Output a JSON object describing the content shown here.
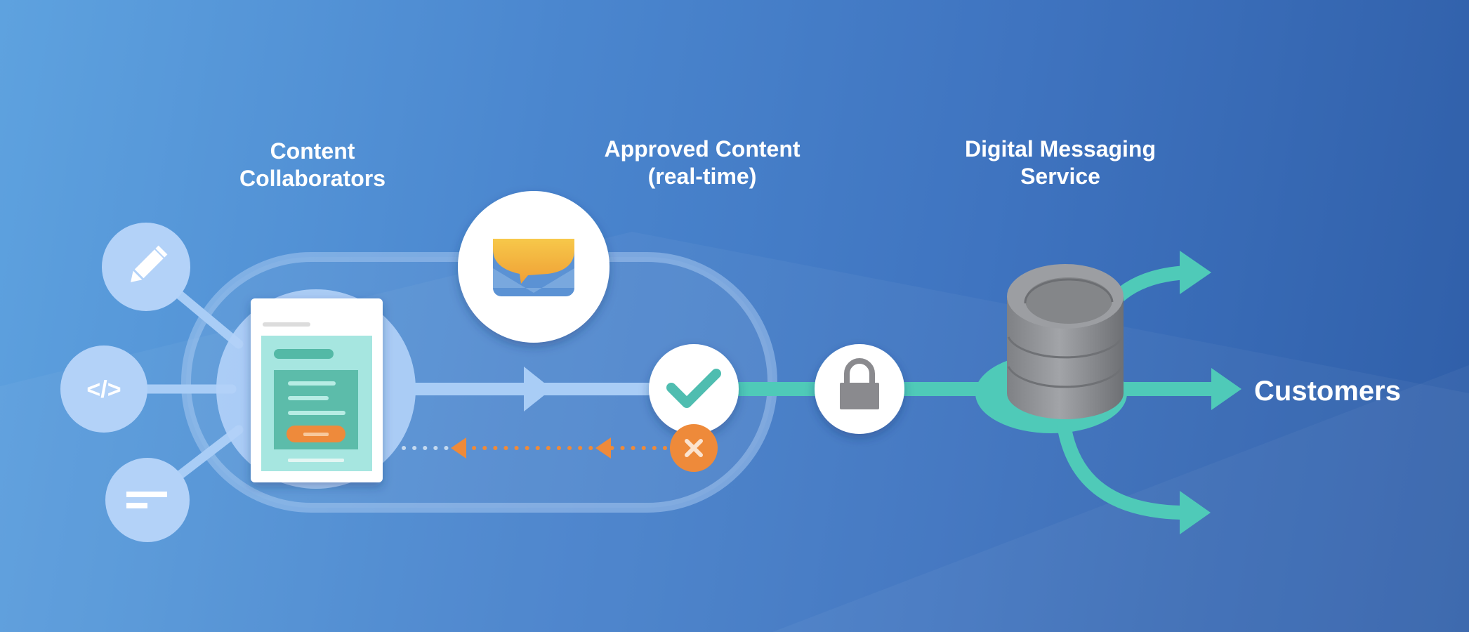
{
  "labels": {
    "content_collaborators": [
      "Content",
      "Collaborators"
    ],
    "approved_content": [
      "Approved Content",
      "(real-time)"
    ],
    "digital_messaging_service": [
      "Digital Messaging",
      "Service"
    ],
    "customers": "Customers"
  },
  "icons": {
    "collaborator_edit": "pencil-icon",
    "collaborator_code": "code-icon",
    "collaborator_text": "text-lines-icon",
    "document": "content-document-icon",
    "approved_message": "envelope-chat-icon",
    "approve": "checkmark-icon",
    "reject": "x-icon",
    "secure": "padlock-icon",
    "service": "database-icon"
  },
  "colors": {
    "accent_teal": "#4fcab8",
    "reject_orange": "#ee8a3a",
    "flow_light_blue": "#a9cdf6",
    "envelope_yellow": "#f5b640",
    "lock_gray": "#8a8a8e"
  }
}
